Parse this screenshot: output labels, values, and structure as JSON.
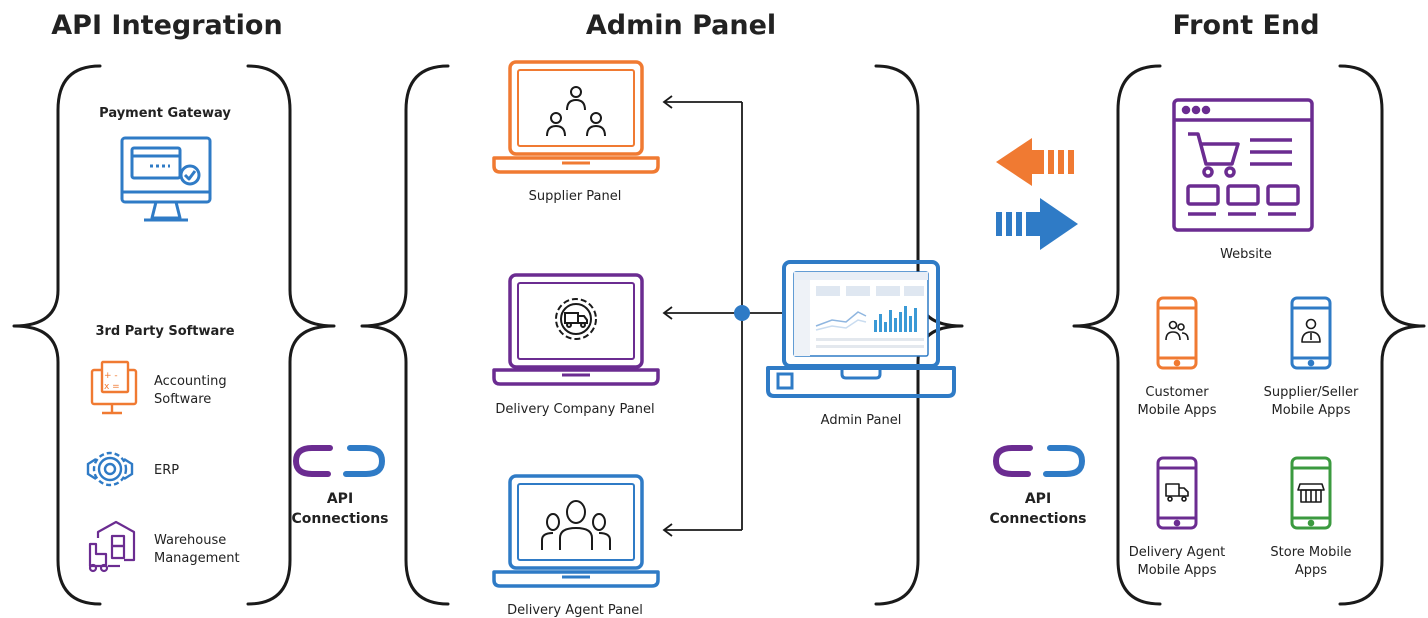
{
  "sections": {
    "api_integration": "API Integration",
    "admin_panel": "Admin Panel",
    "front_end": "Front End"
  },
  "api_integration": {
    "payment_gateway": "Payment Gateway",
    "third_party": "3rd Party Software",
    "items": [
      {
        "line1": "Accounting",
        "line2": "Software",
        "icon": "accounting-icon"
      },
      {
        "line1": "ERP",
        "line2": "",
        "icon": "erp-gear-icon"
      },
      {
        "line1": "Warehouse",
        "line2": "Management",
        "icon": "warehouse-icon"
      }
    ]
  },
  "connections": {
    "line1": "API",
    "line2": "Connections"
  },
  "admin": {
    "supplier_panel": "Supplier Panel",
    "delivery_company_panel": "Delivery Company Panel",
    "delivery_agent_panel": "Delivery Agent Panel",
    "admin_panel": "Admin Panel"
  },
  "front_end": {
    "website": "Website",
    "apps": [
      {
        "line1": "Customer",
        "line2": "Mobile Apps"
      },
      {
        "line1": "Supplier/Seller",
        "line2": "Mobile Apps"
      },
      {
        "line1": "Delivery Agent",
        "line2": "Mobile Apps"
      },
      {
        "line1": "Store Mobile",
        "line2": "Apps"
      }
    ]
  },
  "colors": {
    "orange": "#f07a32",
    "purple": "#6b2c91",
    "blue": "#2f7bc6",
    "green": "#3b9a3f",
    "dark": "#1a1a1a"
  }
}
